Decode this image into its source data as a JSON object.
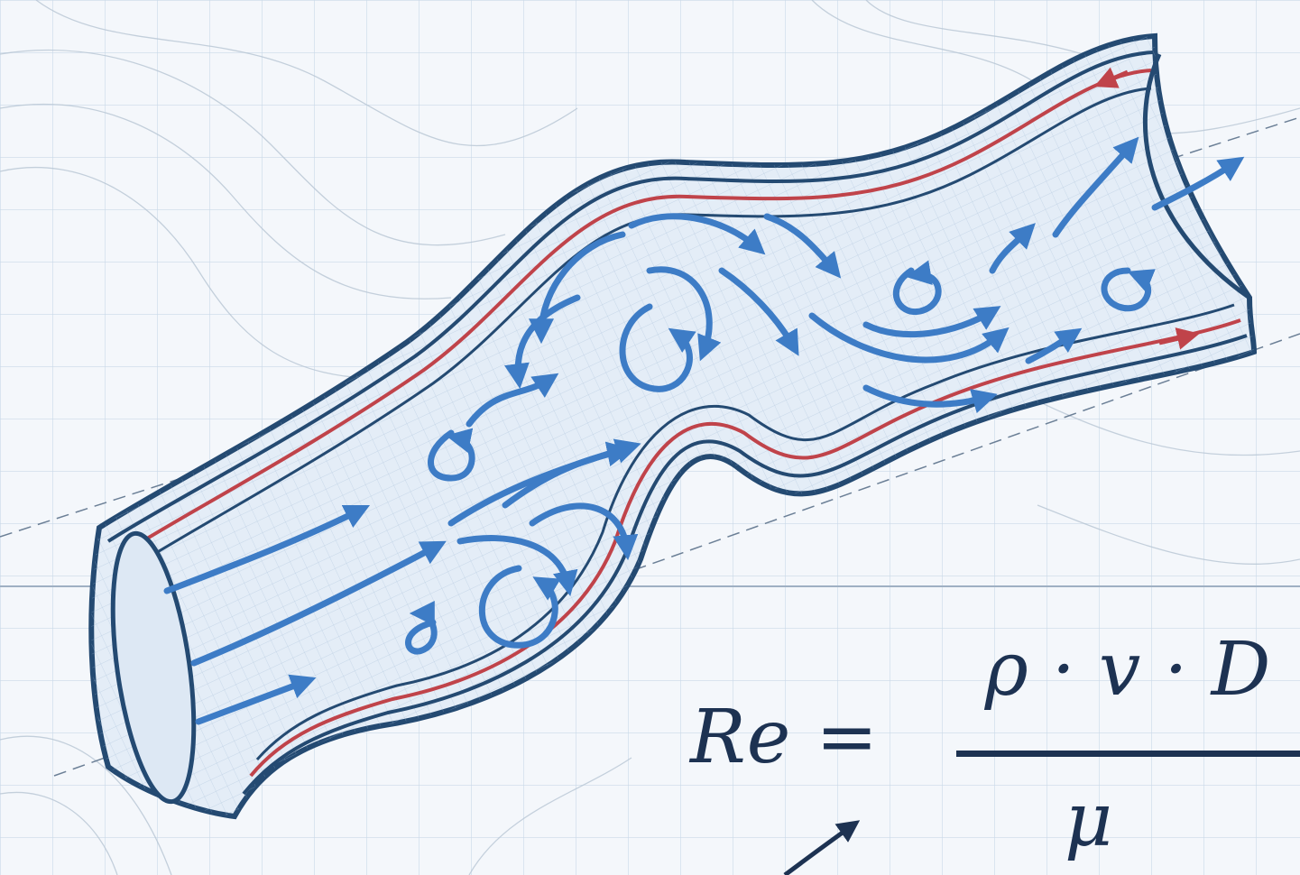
{
  "formula": {
    "lhs": "Re =",
    "numerator": "ρ · v · D",
    "denominator": "μ"
  },
  "colors": {
    "background": "#f4f7fb",
    "grid": "#c9d8e8",
    "pipe_outline": "#244a72",
    "pipe_fill": "#e4edf7",
    "wall_red": "#c0434a",
    "arrow_blue": "#3d7cc6",
    "ink": "#1d3252"
  }
}
